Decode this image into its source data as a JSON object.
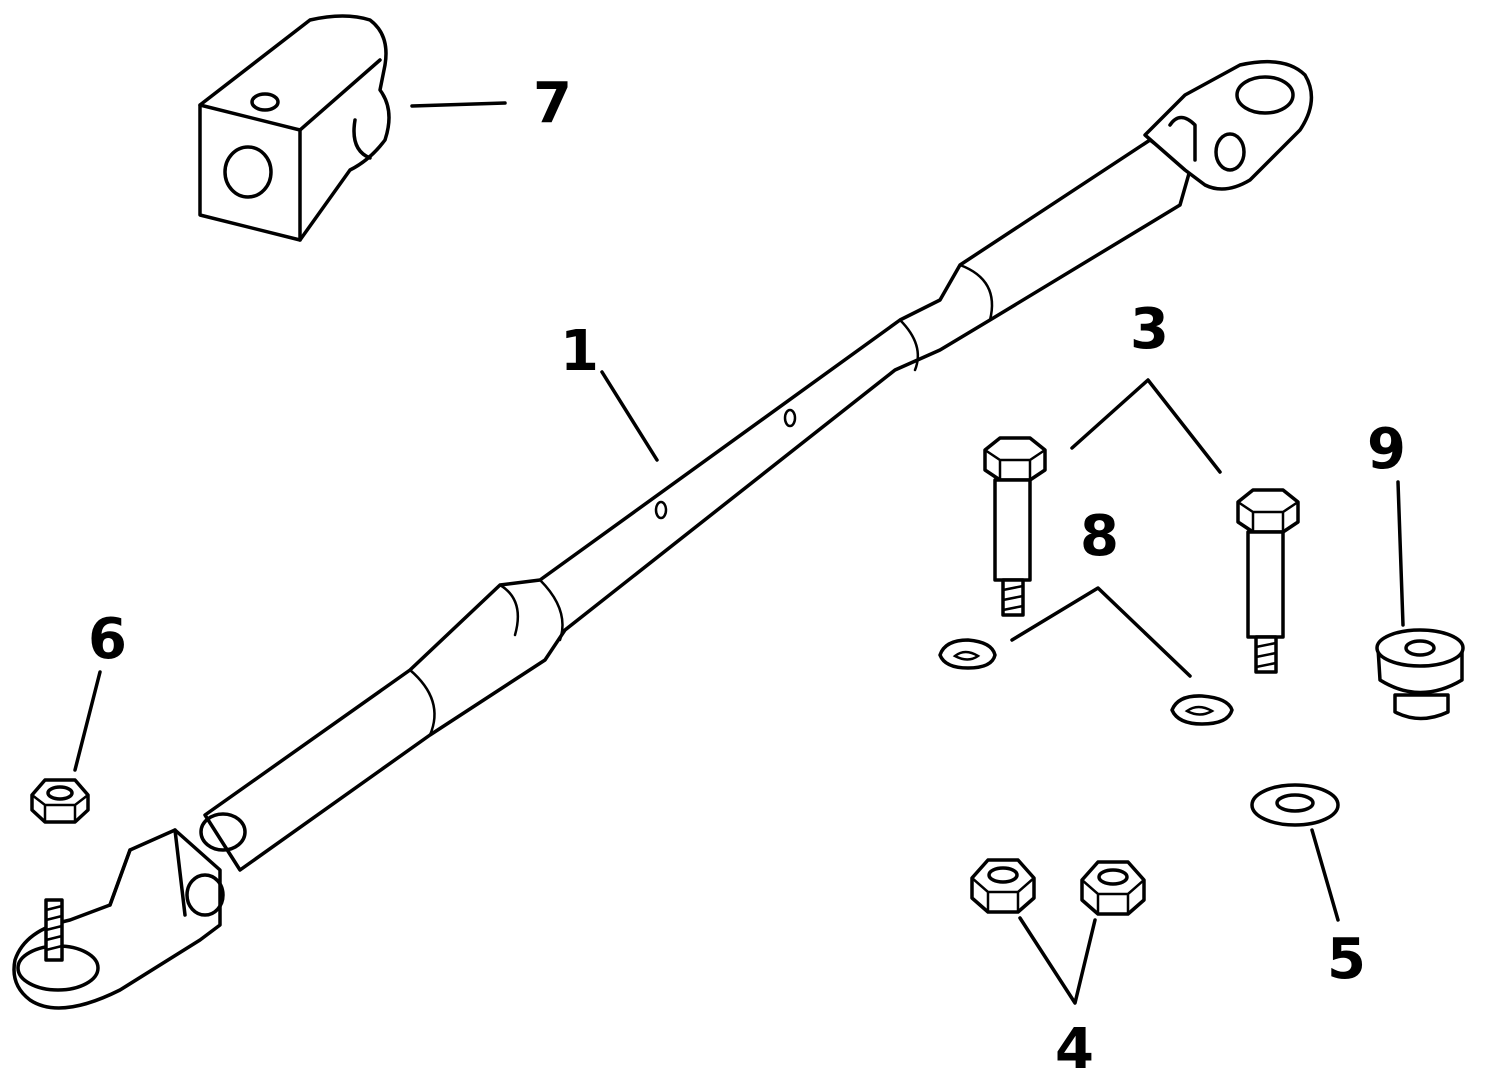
{
  "callouts": {
    "c1": "1",
    "c3": "3",
    "c4": "4",
    "c5": "5",
    "c6": "6",
    "c7": "7",
    "c8": "8",
    "c9": "9"
  }
}
